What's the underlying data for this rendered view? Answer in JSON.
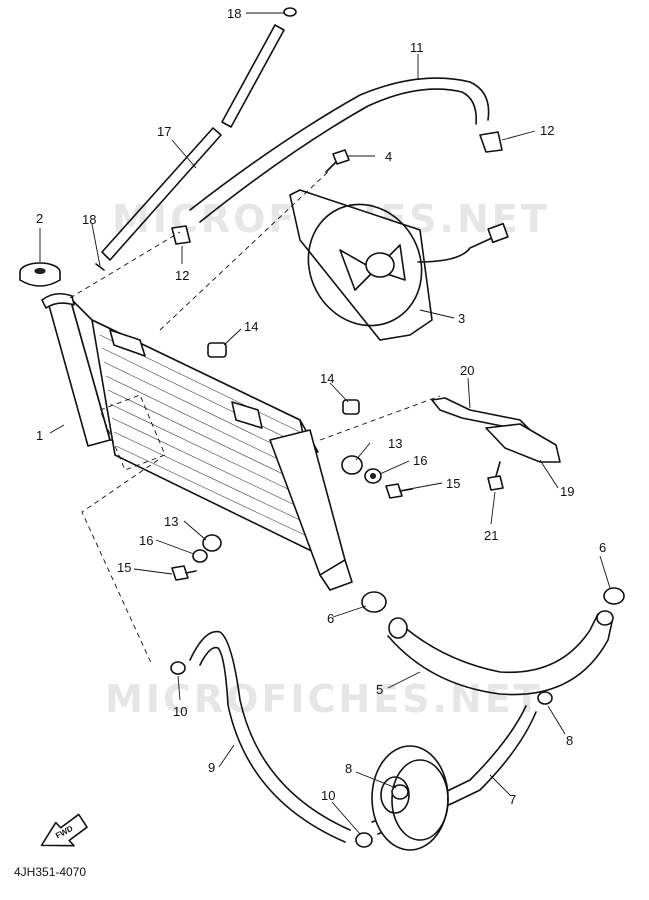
{
  "watermark": "MICROFICHES.NET",
  "diagram_code": "4JH351-4070",
  "front_arrow_label": "FWD",
  "callouts": {
    "c1": "1",
    "c2": "2",
    "c3": "3",
    "c4": "4",
    "c5": "5",
    "c6a": "6",
    "c6b": "6",
    "c7": "7",
    "c8a": "8",
    "c8b": "8",
    "c9": "9",
    "c10a": "10",
    "c10b": "10",
    "c11": "11",
    "c12a": "12",
    "c12b": "12",
    "c13a": "13",
    "c13b": "13",
    "c14a": "14",
    "c14b": "14",
    "c15a": "15",
    "c15b": "15",
    "c16a": "16",
    "c16b": "16",
    "c17": "17",
    "c18a": "18",
    "c18b": "18",
    "c19": "19",
    "c20": "20",
    "c21": "21"
  }
}
